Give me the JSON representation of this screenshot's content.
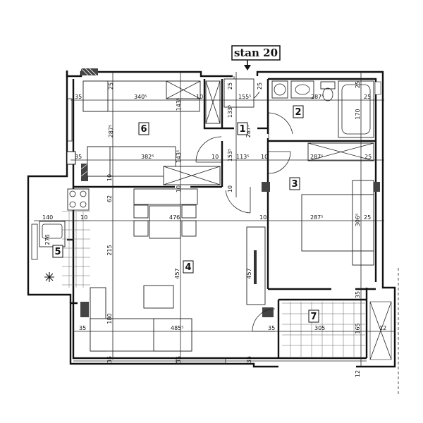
{
  "title": "stan 20",
  "rooms": [
    "1",
    "2",
    "3",
    "4",
    "5",
    "6",
    "7"
  ],
  "dims": {
    "d35a": "35",
    "d25a": "25",
    "d340": "340⁵",
    "d143a": "143⁵",
    "d10a": "10",
    "d25b": "25",
    "d155": "155⁵",
    "d25c": "25",
    "d287a": "287⁵",
    "d25d": "25",
    "d133": "133⁵",
    "d170": "170",
    "d287v": "287⁵",
    "d287vb": "287⁵",
    "d35b": "35",
    "d382": "382⁵",
    "d143b": "143⁵",
    "d10b": "10",
    "d153": "153⁵",
    "d113": "113⁵",
    "d10c": "10",
    "d287b": "287⁵",
    "d25e": "25",
    "d10v": "10",
    "d10v2": "10",
    "d62": "62",
    "d10d": "10",
    "d140": "140",
    "d10e": "10",
    "d476": "476",
    "d10f": "10",
    "d287c": "287⁵",
    "d306": "306⁵",
    "d25f": "25",
    "d276": "276",
    "d215": "215",
    "d457a": "457",
    "d457b": "457",
    "d35c": "35",
    "d180": "180",
    "d35d": "35",
    "d485": "485⁵",
    "d35e": "35",
    "d305": "305",
    "d165": "165",
    "d12a": "12",
    "d35f": "35",
    "d35g": "35",
    "d35h": "35",
    "d12b": "12"
  },
  "icons": [
    "arrow-down-icon",
    "star-icon"
  ]
}
